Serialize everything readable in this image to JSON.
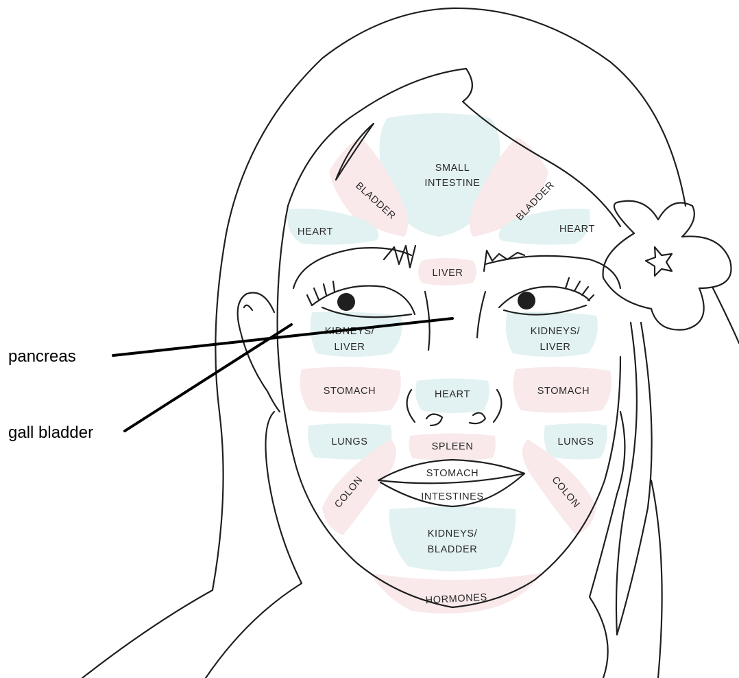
{
  "zones": {
    "small_intestine": [
      "SMALL",
      "INTESTINE"
    ],
    "bladder_left": "BLADDER",
    "bladder_right": "BLADDER",
    "heart_left": "HEART",
    "heart_right": "HEART",
    "liver": "LIVER",
    "kidneys_liver_left": [
      "KIDNEYS/",
      "LIVER"
    ],
    "kidneys_liver_right": [
      "KIDNEYS/",
      "LIVER"
    ],
    "stomach_left": "STOMACH",
    "stomach_right": "STOMACH",
    "heart_nose": "HEART",
    "lungs_left": "LUNGS",
    "lungs_right": "LUNGS",
    "spleen": "SPLEEN",
    "stomach_lip": "STOMACH",
    "intestines_lip": "INTESTINES",
    "colon_left": "COLON",
    "colon_right": "COLON",
    "kidneys_bladder": [
      "KIDNEYS/",
      "BLADDER"
    ],
    "hormones": "HORMONES"
  },
  "callouts": {
    "pancreas": "pancreas",
    "gall_bladder": "gall bladder"
  },
  "colors": {
    "zone_blue": "#e2f1f1",
    "zone_pink": "#f9e9ea",
    "line_art": "#1f1f1f"
  }
}
